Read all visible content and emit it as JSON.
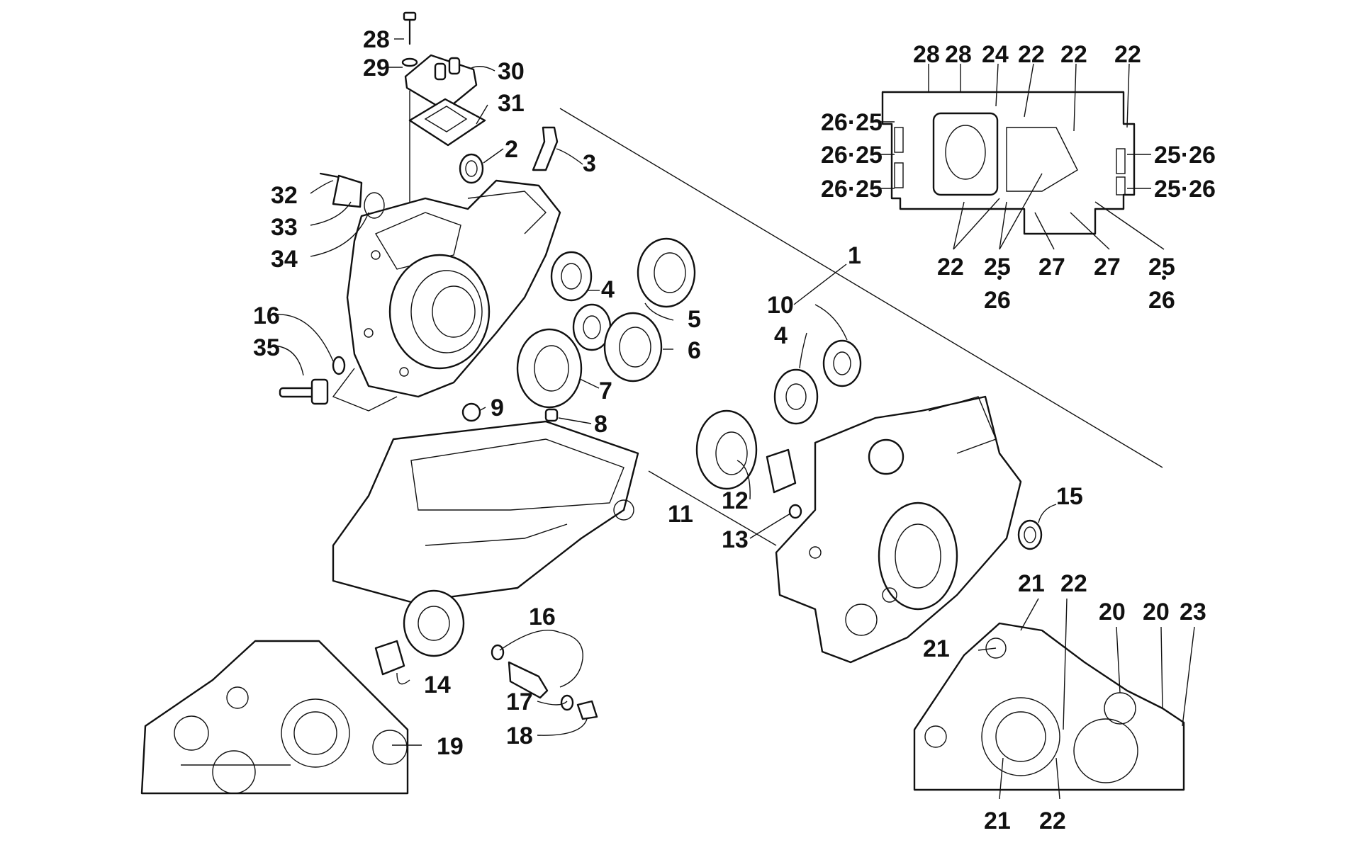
{
  "colors": {
    "line": "#111111",
    "background": "#ffffff"
  },
  "callouts": [
    {
      "id": "c28a",
      "text": "28"
    },
    {
      "id": "c29",
      "text": "29"
    },
    {
      "id": "c30",
      "text": "30"
    },
    {
      "id": "c31",
      "text": "31"
    },
    {
      "id": "c2",
      "text": "2"
    },
    {
      "id": "c3",
      "text": "3"
    },
    {
      "id": "c32",
      "text": "32"
    },
    {
      "id": "c33",
      "text": "33"
    },
    {
      "id": "c34",
      "text": "34"
    },
    {
      "id": "c4a",
      "text": "4"
    },
    {
      "id": "c5",
      "text": "5"
    },
    {
      "id": "c6",
      "text": "6"
    },
    {
      "id": "c7",
      "text": "7"
    },
    {
      "id": "c16a",
      "text": "16"
    },
    {
      "id": "c35",
      "text": "35"
    },
    {
      "id": "c9",
      "text": "9"
    },
    {
      "id": "c8",
      "text": "8"
    },
    {
      "id": "c1",
      "text": "1"
    },
    {
      "id": "c10",
      "text": "10"
    },
    {
      "id": "c4b",
      "text": "4"
    },
    {
      "id": "c12",
      "text": "12"
    },
    {
      "id": "c11",
      "text": "11"
    },
    {
      "id": "c13",
      "text": "13"
    },
    {
      "id": "c15",
      "text": "15"
    },
    {
      "id": "c16b",
      "text": "16"
    },
    {
      "id": "c14",
      "text": "14"
    },
    {
      "id": "c17",
      "text": "17"
    },
    {
      "id": "c18",
      "text": "18"
    },
    {
      "id": "c19",
      "text": "19"
    },
    {
      "id": "c21a",
      "text": "21"
    },
    {
      "id": "c22a",
      "text": "22"
    },
    {
      "id": "c20a",
      "text": "20"
    },
    {
      "id": "c20b",
      "text": "20"
    },
    {
      "id": "c23",
      "text": "23"
    },
    {
      "id": "c21b",
      "text": "21"
    },
    {
      "id": "c21c",
      "text": "21"
    },
    {
      "id": "c22b",
      "text": "22"
    },
    {
      "id": "t28a",
      "text": "28"
    },
    {
      "id": "t28b",
      "text": "28"
    },
    {
      "id": "t24",
      "text": "24"
    },
    {
      "id": "t22a",
      "text": "22"
    },
    {
      "id": "t22b",
      "text": "22"
    },
    {
      "id": "t22c",
      "text": "22"
    },
    {
      "id": "t2625a",
      "text": "26·25"
    },
    {
      "id": "t2625b",
      "text": "26·25"
    },
    {
      "id": "t2625c",
      "text": "26·25"
    },
    {
      "id": "t2526a",
      "text": "25·26"
    },
    {
      "id": "t2526b",
      "text": "25·26"
    },
    {
      "id": "t22d",
      "text": "22"
    },
    {
      "id": "t25a",
      "text": "25"
    },
    {
      "id": "t27a",
      "text": "27"
    },
    {
      "id": "t27b",
      "text": "27"
    },
    {
      "id": "t25b",
      "text": "25"
    },
    {
      "id": "t26a",
      "text": "26"
    },
    {
      "id": "t26b",
      "text": "26"
    }
  ]
}
